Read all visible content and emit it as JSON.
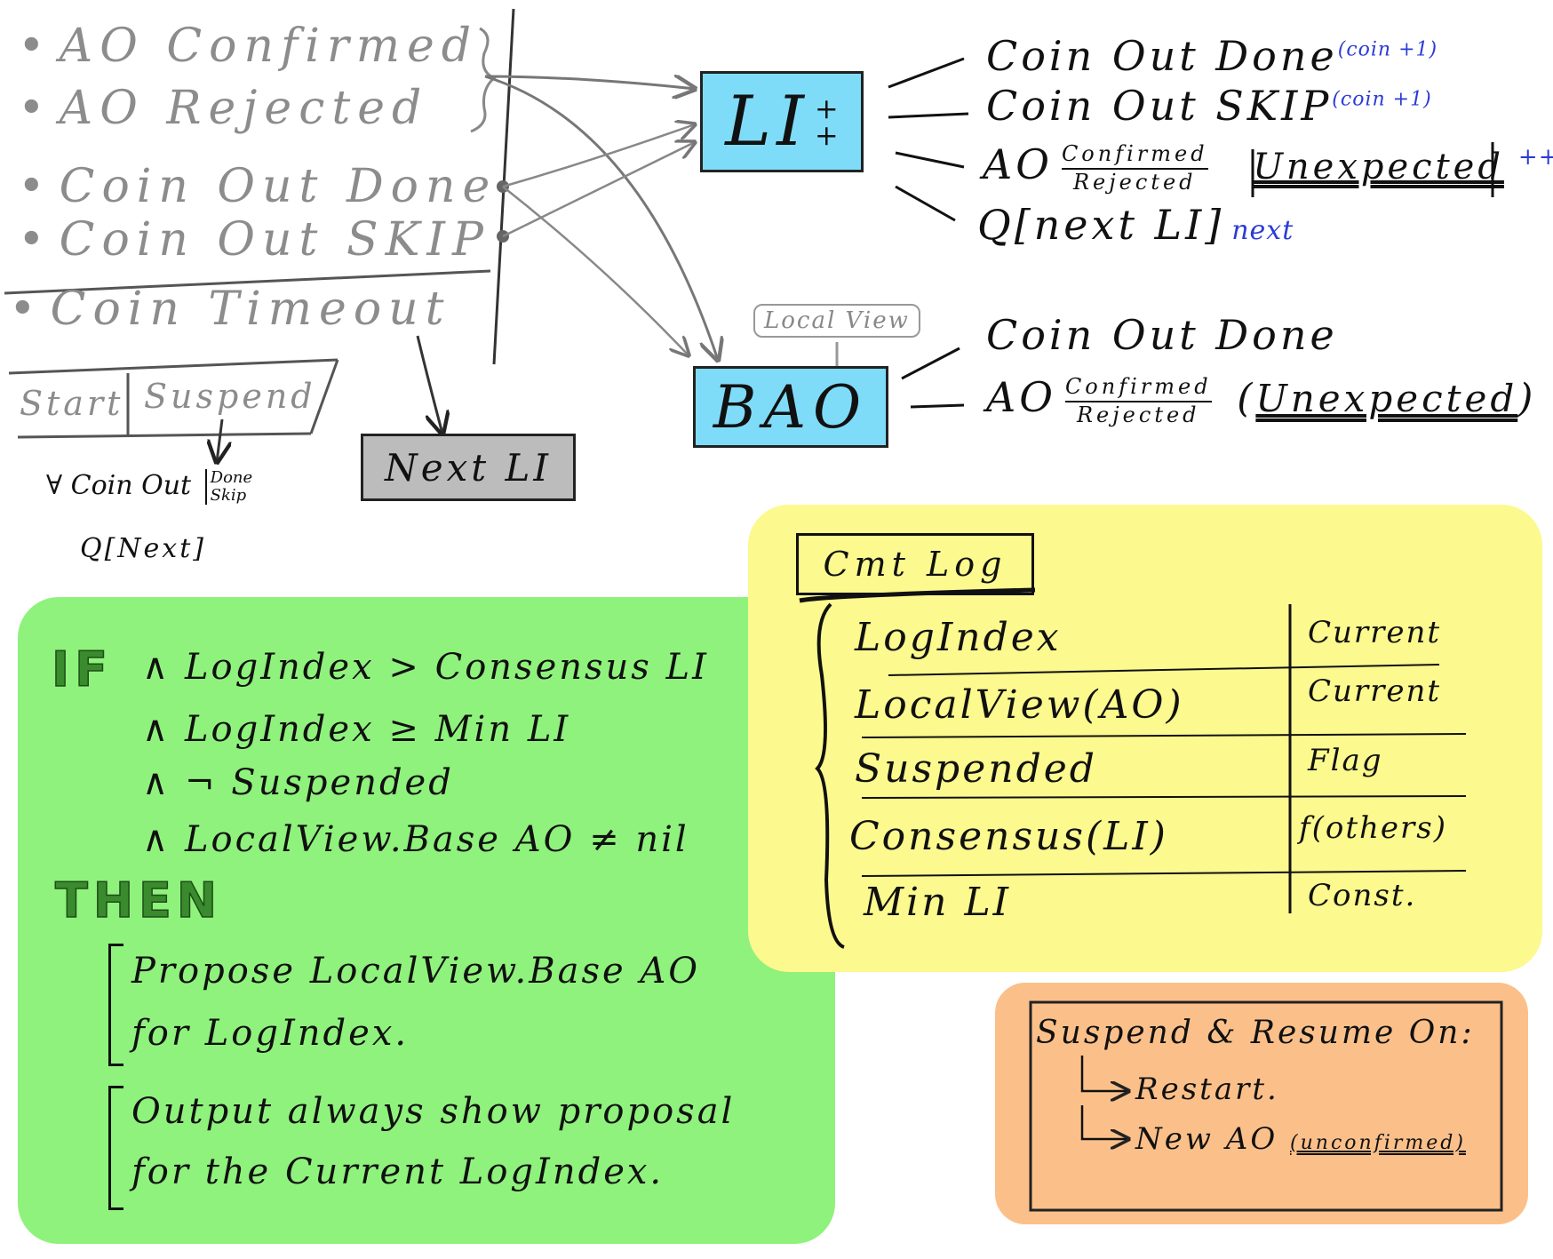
{
  "events": {
    "ao_confirmed": "AO Confirmed",
    "ao_rejected": "AO Rejected",
    "coin_out_done": "Coin Out Done",
    "coin_out_skip": "Coin Out SKIP",
    "coin_timeout": "Coin Timeout"
  },
  "states": {
    "start": "Start",
    "suspend": "Suspend"
  },
  "suspend_note": {
    "forall": "∀ Coin Out",
    "done": "Done",
    "skip": "Skip",
    "queue": "Q[Next]"
  },
  "next_li": "Next LI",
  "li_box": {
    "label": "LI",
    "plus": "+"
  },
  "bao_box": {
    "label": "BAO",
    "callout": "Local View"
  },
  "li_notes": {
    "coin_out_done": "Coin Out Done",
    "coin_out_done_sup": "(coin +1)",
    "coin_out_skip": "Coin Out SKIP",
    "coin_out_skip_sup": "(coin +1)",
    "ao": "AO",
    "confirmed": "Confirmed",
    "rejected": "Rejected",
    "unexpected": "Unexpected",
    "plusplus": "++",
    "queue": "Q[next LI]",
    "next": "next"
  },
  "bao_notes": {
    "coin_out_done": "Coin Out Done",
    "ao": "AO",
    "confirmed": "Confirmed",
    "rejected": "Rejected",
    "unexpected": "Unexpected"
  },
  "rule": {
    "if": "IF",
    "cond1": "∧ LogIndex > Consensus LI",
    "cond2": "∧ LogIndex ≥ Min LI",
    "cond3": "∧ ¬ Suspended",
    "cond4": "∧ LocalView.Base AO ≠ nil",
    "then": "THEN",
    "action1_line1": "Propose LocalView.Base AO",
    "action1_line2": "for LogIndex.",
    "action2_line1": "Output always show proposal",
    "action2_line2": "for the Current LogIndex."
  },
  "cmt_log": {
    "title": "Cmt Log",
    "rows": [
      {
        "name": "LogIndex",
        "value": "Current"
      },
      {
        "name": "LocalView(AO)",
        "value": "Current"
      },
      {
        "name": "Suspended",
        "value": "Flag"
      },
      {
        "name": "Consensus(LI)",
        "value": "f(others)"
      },
      {
        "name": "Min LI",
        "value": "Const."
      }
    ]
  },
  "suspend_resume": {
    "title": "Suspend & Resume On:",
    "item1": "Restart.",
    "item2": "New AO",
    "item2_paren": "(unconfirmed)"
  },
  "colors": {
    "blue_box": "#7fdcf8",
    "gray_box": "#bcbcbc",
    "green_panel": "#8ff27c",
    "yellow_panel": "#fcf98e",
    "orange_panel": "#fbc08a",
    "gray_text": "#8c8c8c",
    "note_blue": "#2a3bd6"
  }
}
